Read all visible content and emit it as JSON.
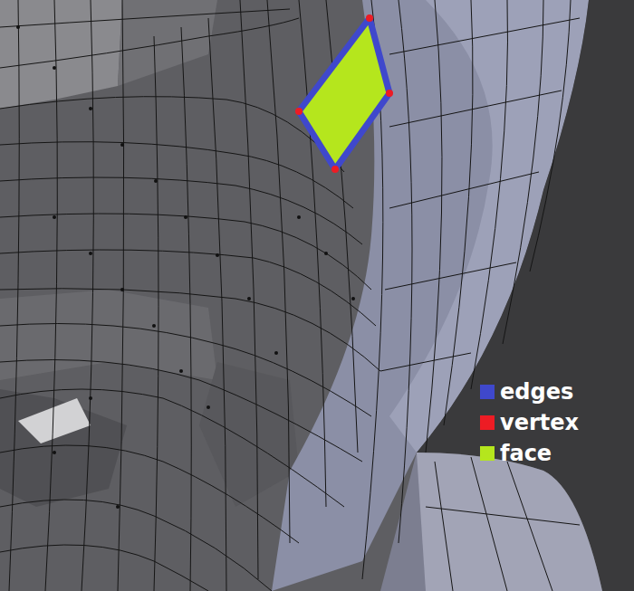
{
  "diagram": {
    "legend": [
      {
        "text": "edges",
        "color": "#3f48cc"
      },
      {
        "text": "vertex",
        "color": "#ed1c24"
      },
      {
        "text": "face",
        "color": "#b5e61d"
      }
    ]
  }
}
